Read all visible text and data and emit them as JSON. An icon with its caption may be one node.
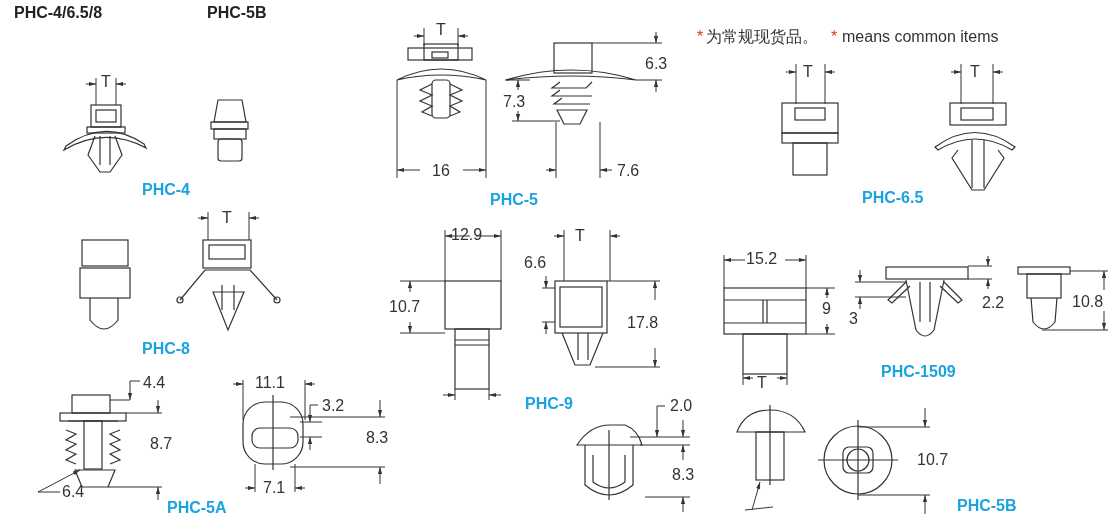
{
  "diagram": {
    "nodes": [
      {
        "text": [
          "6.4"
        ]
      },
      {
        "text": [],
        "shape": "picture"
      }
    ],
    "edges": [
      {
        "from": 0,
        "to": 1,
        "arrow": "to"
      }
    ],
    "labels": [
      "PHC-4/6.5/8",
      "PHC-5B",
      "T",
      "*",
      "为常规现货品。",
      "*",
      "means common items",
      "6.3",
      "T",
      "T",
      "T",
      "7.3",
      "16",
      "7.6",
      "PHC-4",
      "PHC-6.5",
      "PHC-5",
      "T",
      "12.9",
      "T",
      "15.2",
      "6.6",
      "10.8",
      "9",
      "2.2",
      "10.7",
      "17.8",
      "3",
      "PHC-8",
      "PHC-1509",
      "T",
      "4.4",
      "11.1",
      "PHC-9",
      "3.2",
      "2.0",
      "8.3",
      "8.7",
      "10.7",
      "8.3",
      "7.1",
      "PHC-5A",
      "PHC-5B"
    ]
  }
}
